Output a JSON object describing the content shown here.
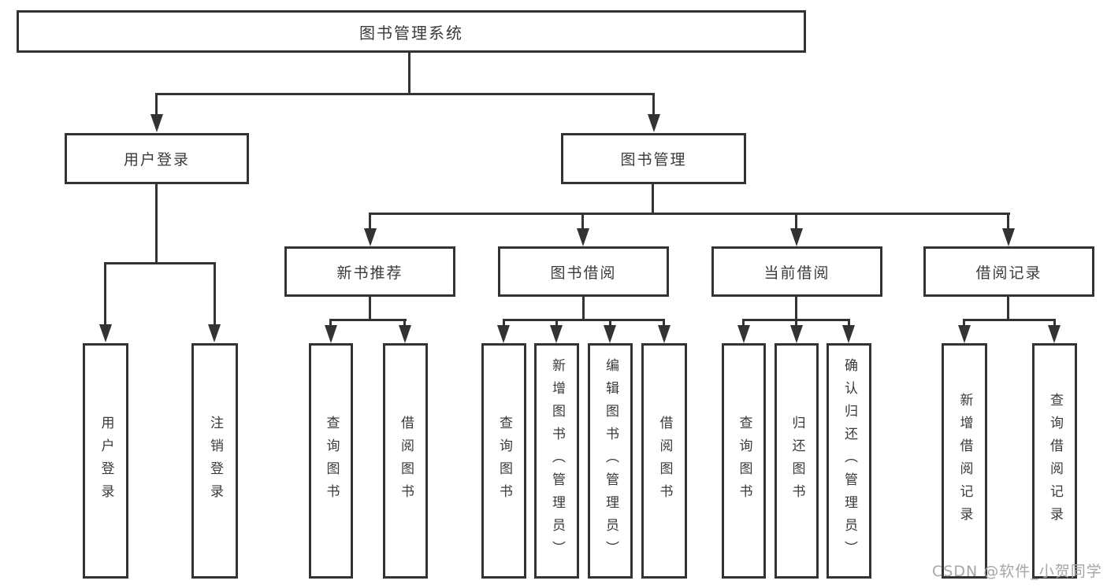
{
  "tree": {
    "root": {
      "label": "图书管理系统"
    },
    "branches": [
      {
        "label": "用户登录",
        "children": [
          {
            "label": "用户登录"
          },
          {
            "label": "注销登录"
          }
        ]
      },
      {
        "label": "图书管理",
        "children": [
          {
            "label": "新书推荐",
            "children": [
              {
                "label": "查询图书"
              },
              {
                "label": "借阅图书"
              }
            ]
          },
          {
            "label": "图书借阅",
            "children": [
              {
                "label": "查询图书"
              },
              {
                "label": "新增图书（管理员）"
              },
              {
                "label": "编辑图书（管理员）"
              },
              {
                "label": "借阅图书"
              }
            ]
          },
          {
            "label": "当前借阅",
            "children": [
              {
                "label": "查询图书"
              },
              {
                "label": "归还图书"
              },
              {
                "label": "确认归还（管理员）"
              }
            ]
          },
          {
            "label": "借阅记录",
            "children": [
              {
                "label": "新增借阅记录"
              },
              {
                "label": "查询借阅记录"
              }
            ]
          }
        ]
      }
    ]
  },
  "watermark": "CSDN @软件_小贺同学",
  "colors": {
    "line": "#333333",
    "text": "#3a3a3a",
    "background": "#ffffff",
    "watermark": "#a6a6a6"
  }
}
